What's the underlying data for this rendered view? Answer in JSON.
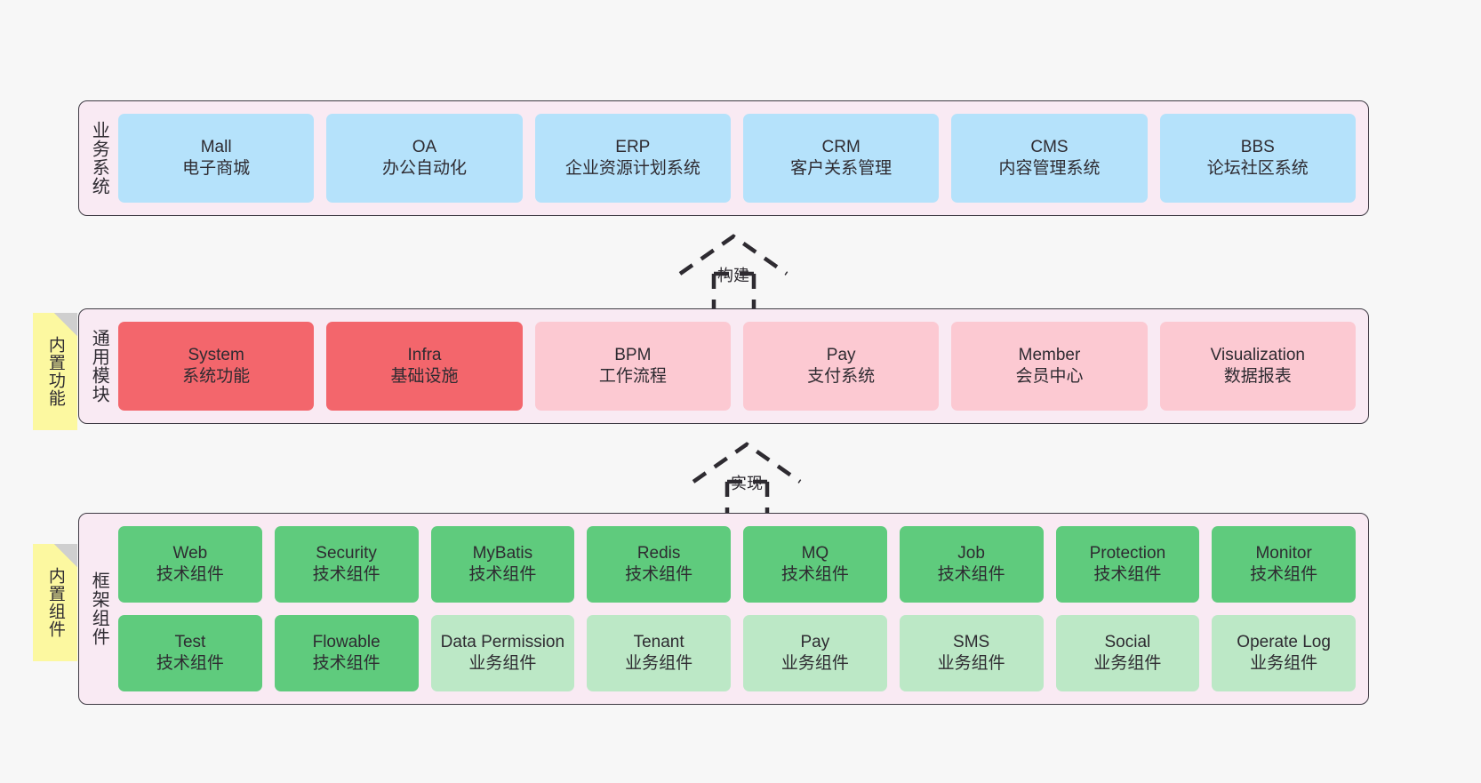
{
  "diagram": {
    "background": "#f7f7f7",
    "layer_fill": "#f9eaf3",
    "layer_border": "#3f3b44",
    "note_fill": "#fcf8a0"
  },
  "layers": [
    {
      "key": "business",
      "title": "业务系统",
      "rows": [
        [
          {
            "name": "Mall",
            "sub": "电子商城",
            "color": "#b5e2fb",
            "style": "c-blue"
          },
          {
            "name": "OA",
            "sub": "办公自动化",
            "color": "#b5e2fb",
            "style": "c-blue"
          },
          {
            "name": "ERP",
            "sub": "企业资源计划系统",
            "color": "#b5e2fb",
            "style": "c-blue"
          },
          {
            "name": "CRM",
            "sub": "客户关系管理",
            "color": "#b5e2fb",
            "style": "c-blue"
          },
          {
            "name": "CMS",
            "sub": "内容管理系统",
            "color": "#b5e2fb",
            "style": "c-blue"
          },
          {
            "name": "BBS",
            "sub": "论坛社区系统",
            "color": "#b5e2fb",
            "style": "c-blue"
          }
        ]
      ]
    },
    {
      "key": "common",
      "title": "通用模块",
      "note": "内置功能",
      "rows": [
        [
          {
            "name": "System",
            "sub": "系统功能",
            "color": "#f3666c",
            "style": "c-red"
          },
          {
            "name": "Infra",
            "sub": "基础设施",
            "color": "#f3666c",
            "style": "c-red"
          },
          {
            "name": "BPM",
            "sub": "工作流程",
            "color": "#fcc9d2",
            "style": "c-pink"
          },
          {
            "name": "Pay",
            "sub": "支付系统",
            "color": "#fcc9d2",
            "style": "c-pink"
          },
          {
            "name": "Member",
            "sub": "会员中心",
            "color": "#fcc9d2",
            "style": "c-pink"
          },
          {
            "name": "Visualization",
            "sub": "数据报表",
            "color": "#fcc9d2",
            "style": "c-pink"
          }
        ]
      ]
    },
    {
      "key": "framework",
      "title": "框架组件",
      "note": "内置组件",
      "rows": [
        [
          {
            "name": "Web",
            "sub": "技术组件",
            "color": "#5fcb7d",
            "style": "c-green"
          },
          {
            "name": "Security",
            "sub": "技术组件",
            "color": "#5fcb7d",
            "style": "c-green"
          },
          {
            "name": "MyBatis",
            "sub": "技术组件",
            "color": "#5fcb7d",
            "style": "c-green"
          },
          {
            "name": "Redis",
            "sub": "技术组件",
            "color": "#5fcb7d",
            "style": "c-green"
          },
          {
            "name": "MQ",
            "sub": "技术组件",
            "color": "#5fcb7d",
            "style": "c-green"
          },
          {
            "name": "Job",
            "sub": "技术组件",
            "color": "#5fcb7d",
            "style": "c-green"
          },
          {
            "name": "Protection",
            "sub": "技术组件",
            "color": "#5fcb7d",
            "style": "c-green"
          },
          {
            "name": "Monitor",
            "sub": "技术组件",
            "color": "#5fcb7d",
            "style": "c-green"
          }
        ],
        [
          {
            "name": "Test",
            "sub": "技术组件",
            "color": "#5fcb7d",
            "style": "c-green"
          },
          {
            "name": "Flowable",
            "sub": "技术组件",
            "color": "#5fcb7d",
            "style": "c-green"
          },
          {
            "name": "Data Permission",
            "sub": "业务组件",
            "color": "#bce8c6",
            "style": "c-lgreen",
            "wrap": true
          },
          {
            "name": "Tenant",
            "sub": "业务组件",
            "color": "#bce8c6",
            "style": "c-lgreen"
          },
          {
            "name": "Pay",
            "sub": "业务组件",
            "color": "#bce8c6",
            "style": "c-lgreen"
          },
          {
            "name": "SMS",
            "sub": "业务组件",
            "color": "#bce8c6",
            "style": "c-lgreen"
          },
          {
            "name": "Social",
            "sub": "业务组件",
            "color": "#bce8c6",
            "style": "c-lgreen"
          },
          {
            "name": "Operate Log",
            "sub": "业务组件",
            "color": "#bce8c6",
            "style": "c-lgreen"
          }
        ]
      ]
    }
  ],
  "connectors": [
    {
      "key": "build",
      "label": "构建",
      "from": "common",
      "to": "business"
    },
    {
      "key": "implement",
      "label": "实现",
      "from": "framework",
      "to": "common"
    }
  ]
}
